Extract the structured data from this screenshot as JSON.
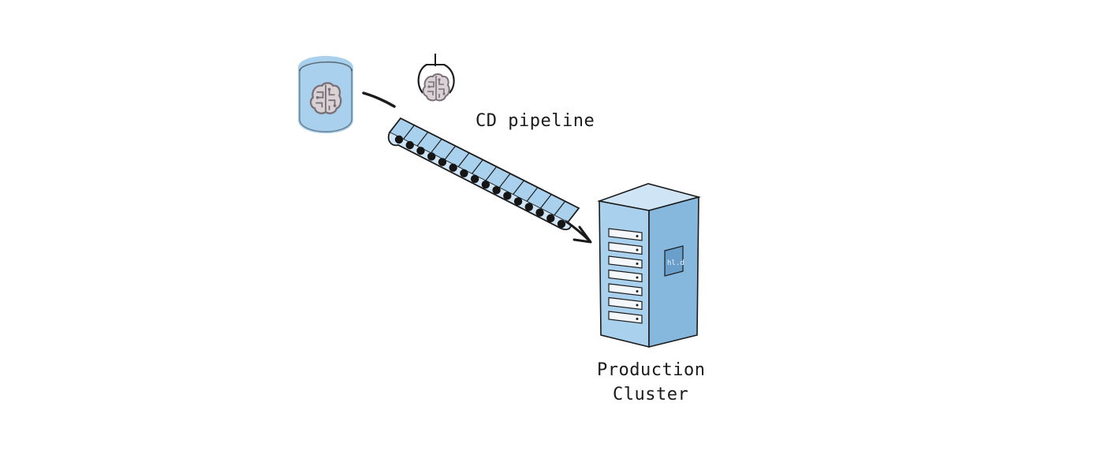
{
  "labels": {
    "pipeline": "CD pipeline",
    "cluster_line1": "Production",
    "cluster_line2": "Cluster"
  },
  "colors": {
    "fill_blue": "#a9d0ec",
    "fill_blue_dark": "#86b8de",
    "ink": "#1b1b1b",
    "brain": "#8a7f86",
    "belt_roller": "#151515"
  },
  "icons": {
    "model_store": "database-cylinder-icon",
    "model": "brain-icon",
    "gripper": "robot-claw-icon",
    "conveyor": "conveyor-belt-icon",
    "arrow": "arrow-icon",
    "server": "server-rack-icon"
  }
}
